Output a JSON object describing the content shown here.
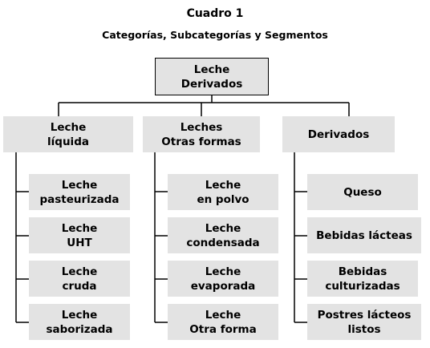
{
  "caption": {
    "title": "Cuadro 1",
    "subtitle": "Categorías, Subcategorías y Segmentos"
  },
  "root": {
    "label": "Leche\nDerivados"
  },
  "categories": [
    {
      "label": "Leche\nlíquida",
      "items": [
        "Leche\npasteurizada",
        "Leche\nUHT",
        "Leche\ncruda",
        "Leche\nsaborizada"
      ]
    },
    {
      "label": "Leches\nOtras formas",
      "items": [
        "Leche\nen polvo",
        "Leche\ncondensada",
        "Leche\nevaporada",
        "Leche\nOtra forma"
      ]
    },
    {
      "label": "Derivados",
      "items": [
        "Queso",
        "Bebidas lácteas",
        "Bebidas\nculturizadas",
        "Postres lácteos\nlistos"
      ]
    }
  ]
}
